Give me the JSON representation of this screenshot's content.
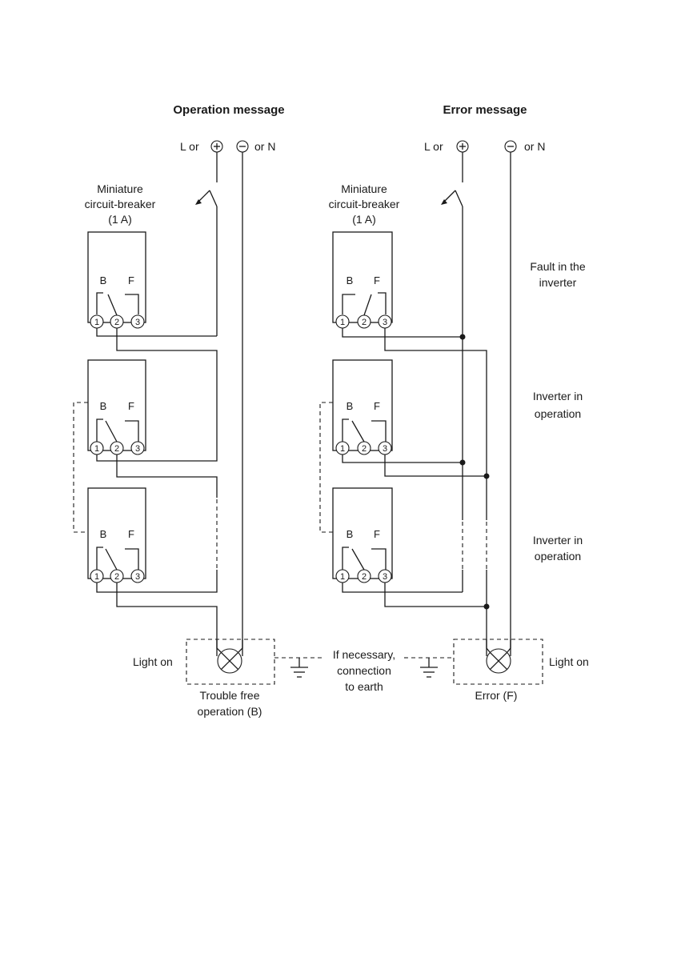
{
  "operation": {
    "title": "Operation message",
    "supply_l": "L or",
    "supply_n": "or N",
    "breaker": [
      "Miniature",
      "circuit-breaker",
      "(1 A)"
    ],
    "light_on": "Light on",
    "lamp_caption": [
      "Trouble free",
      "operation (B)"
    ]
  },
  "error": {
    "title": "Error message",
    "supply_l": "L or",
    "supply_n": "or N",
    "breaker": [
      "Miniature",
      "circuit-breaker",
      "(1 A)"
    ],
    "light_on": "Light on",
    "lamp_caption": [
      "Error (F)"
    ],
    "state_labels": [
      [
        "Fault in the",
        "inverter"
      ],
      [
        "Inverter in",
        "operation"
      ],
      [
        "Inverter in",
        "operation"
      ]
    ]
  },
  "earth_note": [
    "If necessary,",
    "connection",
    "to earth"
  ],
  "relay": {
    "contact_b": "B",
    "contact_f": "F",
    "terminals": [
      "1",
      "2",
      "3"
    ]
  },
  "symbols": {
    "plus": "+",
    "minus": "−"
  }
}
